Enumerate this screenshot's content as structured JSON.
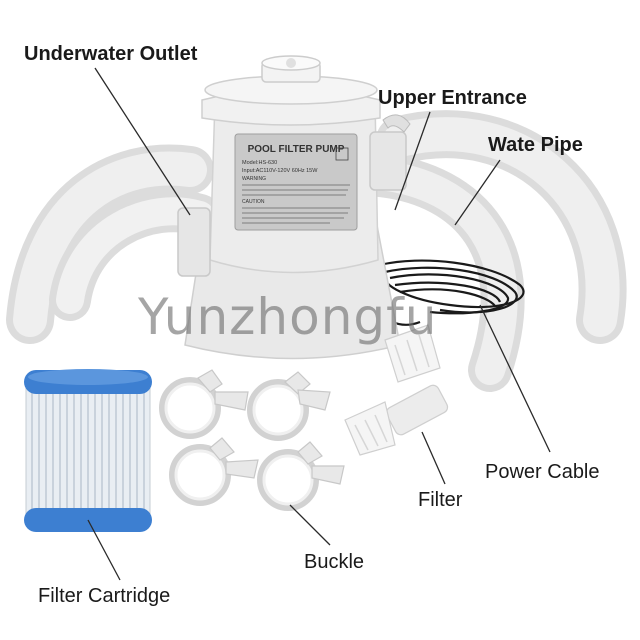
{
  "labels": {
    "underwater_outlet": "Underwater Outlet",
    "upper_entrance": "Upper Entrance",
    "wate_pipe": "Wate Pipe",
    "power_cable": "Power Cable",
    "filter": "Filter",
    "buckle": "Buckle",
    "filter_cartridge": "Filter Cartridge"
  },
  "watermark": "Yunzhongfu",
  "pump_panel": {
    "title": "POOL FILTER PUMP",
    "model": "Model:HS-630",
    "input": "Input:AC110V-120V 60Hz 15W",
    "warning": "WARNING",
    "caution": "CAUTION"
  },
  "colors": {
    "pump_body": "#eeeeee",
    "hose": "#e6e6e6",
    "cartridge_band": "#3d7fd1",
    "cable": "#1a1a1a",
    "text": "#1a1a1a"
  }
}
